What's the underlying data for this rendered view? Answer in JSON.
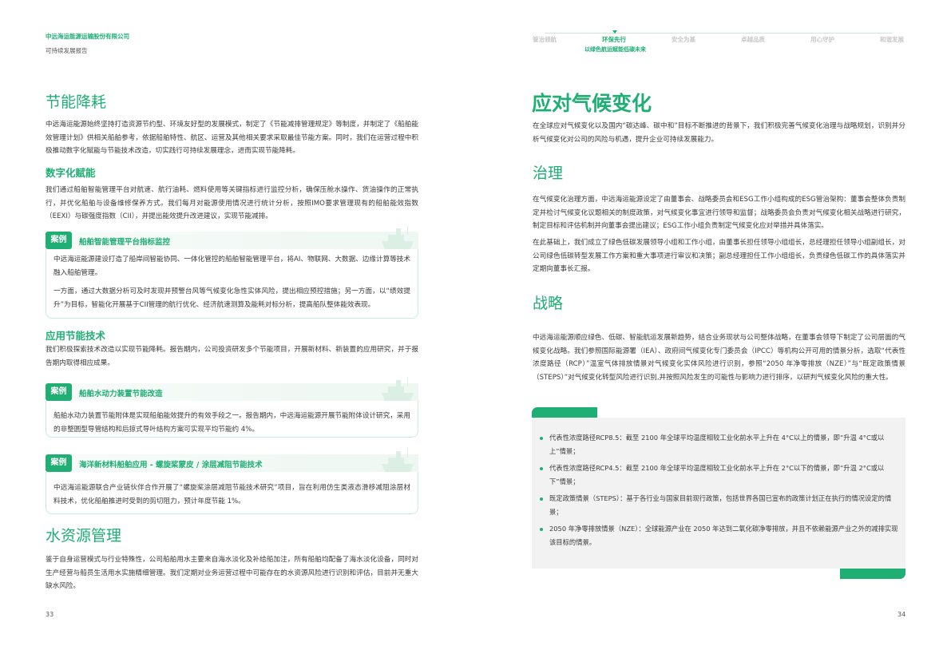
{
  "left": {
    "company": "中远海运能源运输股份有限公司",
    "report": "可持续发展报告",
    "h_energy": "节能降耗",
    "p_energy": "中远海运能源始终坚持打造资源节约型、环境友好型的发展模式，制定了《节能减排管理规定》等制度，并制定了《船舶能效管理计划》供相关船舶参考，依据船舶特性、航区、运营及其他相关要求采取最佳节能方案。同时，我们在运营过程中积极推动数字化赋能与节能技术改造，切实践行可持续发展理念，进而实现节能降耗。",
    "h_digital": "数字化赋能",
    "p_digital": "我们通过船舶智能管理平台对航速、航行油耗、燃料使用等关键指标进行监控分析，确保压舱水操作、货油操作的正常执行，并优化船舶与设备维修保养方式。我们每月对能源使用情况进行统计分析，按照IMO要求管理现有的船舶能效指数（EEXI）与碳强度指数（CII），并提出能效提升改进建议，实现节能减排。",
    "case_tag": "案例",
    "case1": {
      "title": "船舶智能管理平台指标监控",
      "p1": "中远海运能源建设打造了船岸间智能协同、一体化管控的船舶智能管理平台，将AI、物联网、大数据、边缘计算等技术融入船舶管理。",
      "p2": "一方面，通过大数据分析可及时发现并预警台风等气候变化急性实体风险，提出相应预控措施；另一方面，以“绩效提升”为目标，智能化开展基于CII管理的航行优化、经济航速测算及能耗对标分析，提高船队整体能效表现。"
    },
    "h_tech": "应用节能技术",
    "p_tech": "我们积极探索技术改造以实现节能降耗。报告期内，公司投资研发多个节能项目，开展新材料、新装置的应用研究，并于报告期内取得相应成果。",
    "case2": {
      "title": "船舶水动力装置节能改造",
      "p1": "船舶水动力装置节能附体是实现船舶能效提升的有效手段之一。报告期内，中远海运能源开展节能附体设计研究，采用的非整圆型导管结构和后掠式导叶结构方案可实现平均节能约 4%。"
    },
    "case3": {
      "title": "海洋新材料船舶应用 - 螺旋桨蒙皮 / 涂层减阻节能技术",
      "p1": "中远海运能源联合产业链伙伴合作开展了“螺旋桨涂层减阻节能技术研究”项目，旨在利用仿生类液态滑移减阻涂层材料技术，优化船舶推进时受到的剪切阻力，预计年度节能 1%。"
    },
    "h_water": "水资源管理",
    "p_water": "鉴于自身运营模式与行业特殊性，公司船舶用水主要来自海水淡化及补给船加注，所有船舶均配备了海水淡化设备，同时对生产经营与船员生活用水实施精细管理。我们定期对业务运营过程中可能存在的水资源风险进行识别和评估，目前并无重大缺水风险。",
    "page": "33"
  },
  "right": {
    "nav": [
      "管治领航",
      "环保先行",
      "安全为基",
      "卓越品质",
      "用心守护",
      "和谐发展"
    ],
    "nav_active_sub": "以绿色航运赋能低碳未来",
    "title": "应对气候变化",
    "p_intro": "在全球应对气候变化以及国内“碳达峰、碳中和”目标不断推进的背景下，我们积极完善气候变化治理与战略规划，识别并分析气候变化对公司的风险与机遇，提升企业可持续发展能力。",
    "h_gov": "治理",
    "p_gov1": "在气候变化治理方面，中远海运能源设定了由董事会、战略委员会和ESG工作小组构成的ESG管治架构：董事会整体负责制定并检讨气候变化议题相关的制度政策，对气候变化事宜进行领导和监督；战略委员会负责对气候变化相关战略进行研究，制定目标和评估机制并向董事会提出建议；ESG工作小组负责制定气候变化应对举措并具体落实。",
    "p_gov2": "在此基础上，我们成立了绿色低碳发展领导小组和工作小组，由董事长担任领导小组组长，总经理担任领导小组副组长，对公司绿色低碳转型发展工作方案和重大事项进行审议和决策；副总经理担任工作小组组长，负责绿色低碳工作的具体落实并定期向董事长汇报。",
    "h_strat": "战略",
    "p_strat": "中远海运能源顺应绿色、低碳、智能航运发展新趋势，结合业务现状与公司整体战略，在董事会领导下制定了公司层面的气候变化战略。我们参照国际能源署（IEA）、政府间气候变化专门委员会（IPCC）等机构公开可用的情景分析，选取“代表性浓度路径（RCP）”温室气体排放情景对气候变化实体风险进行识别，参照“2050 年净零排放（NZE）”与“既定政策情景（STEPS）”对气候变化转型风险进行识别,并按照风险发生的可能性与影响力进行排序，以研判气候变化风险的重大性。",
    "bullets": [
      "代表性浓度路径RCP8.5：截至 2100 年全球平均温度相较工业化前水平上升在 4°C以上的情景，即“升温 4°C或以上”情景；",
      "代表性浓度路径RCP4.5：截至 2100 年全球平均温度相较工业化前水平上升在 2°C以下的情景，即“升温 2°C或以下”情景；",
      "既定政策情景（STEPS）：基于各行业与国家目前现行政策，包括世界各国已宣布的政策计划正在执行的情况设定的情景；",
      "2050 年净零排放情景（NZE）：全球能源产业在 2050 年达到二氧化碳净零排放，并且不依赖能源产业之外的减排实现该目标的情景。"
    ],
    "page": "34"
  },
  "colors": {
    "accent": "#1fae74",
    "box": "#f2f2f2"
  }
}
